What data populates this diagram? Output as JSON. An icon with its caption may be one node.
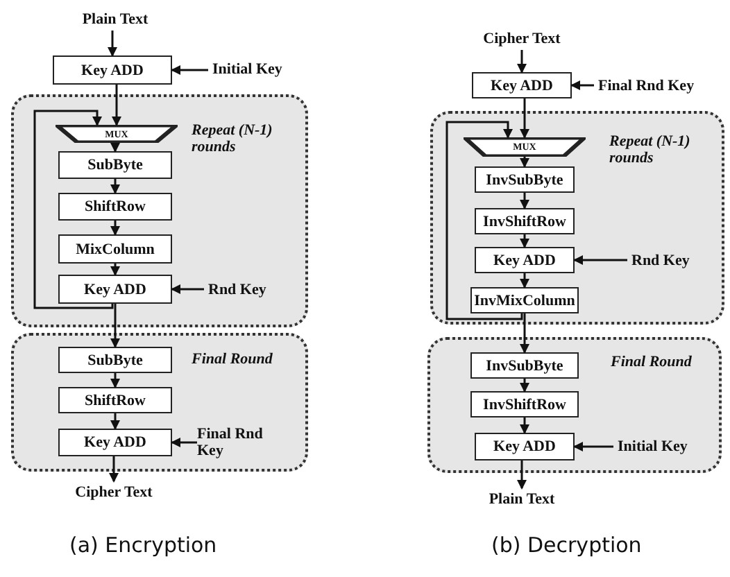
{
  "diagram": {
    "nodes": [
      {
        "text": [
          "Plain Text"
        ]
      },
      {
        "text": [
          "Key ADD"
        ]
      },
      {
        "text": [
          "Initial Key"
        ]
      },
      {
        "text": [
          "Repeat (N-1) rounds"
        ]
      },
      {
        "text": [
          "MUX"
        ],
        "in": 3
      },
      {
        "text": [
          "SubByte"
        ],
        "in": 3
      },
      {
        "text": [
          "ShiftRow"
        ],
        "in": 3
      },
      {
        "text": [
          "MixColumn"
        ],
        "in": 3
      },
      {
        "text": [
          "Key ADD"
        ],
        "in": 3
      },
      {
        "text": [
          "Rnd Key"
        ],
        "in": 3
      },
      {
        "text": [
          "Final Round"
        ]
      },
      {
        "text": [
          "SubByte"
        ],
        "in": 10
      },
      {
        "text": [
          "ShiftRow"
        ],
        "in": 10
      },
      {
        "text": [
          "Key ADD"
        ],
        "in": 10
      },
      {
        "text": [
          "Final Rnd Key"
        ],
        "in": 10
      },
      {
        "text": [
          "Cipher Text"
        ]
      },
      {
        "text": [
          "Cipher Text"
        ]
      },
      {
        "text": [
          "Key ADD"
        ]
      },
      {
        "text": [
          "Final Rnd Key"
        ]
      },
      {
        "text": [
          "Repeat (N-1) rounds"
        ]
      },
      {
        "text": [
          "MUX"
        ],
        "in": 19
      },
      {
        "text": [
          "InvSubByte"
        ],
        "in": 19
      },
      {
        "text": [
          "InvShiftRow"
        ],
        "in": 19
      },
      {
        "text": [
          "Key ADD"
        ],
        "in": 19
      },
      {
        "text": [
          "Rnd Key"
        ],
        "in": 19
      },
      {
        "text": [
          "InvMixColumn"
        ],
        "in": 19
      },
      {
        "text": [
          "Final Round"
        ]
      },
      {
        "text": [
          "InvSubByte"
        ],
        "in": 26
      },
      {
        "text": [
          "InvShiftRow"
        ],
        "in": 26
      },
      {
        "text": [
          "Key ADD"
        ],
        "in": 26
      },
      {
        "text": [
          "Initial Key"
        ],
        "in": 26
      },
      {
        "text": [
          "Plain Text"
        ]
      }
    ],
    "edges": [
      {
        "from": 0,
        "to": 1,
        "arrow": "to"
      },
      {
        "from": 2,
        "to": 1,
        "arrow": "to"
      },
      {
        "from": 1,
        "to": 4,
        "arrow": "to"
      },
      {
        "from": 4,
        "to": 5,
        "arrow": "to"
      },
      {
        "from": 5,
        "to": 6,
        "arrow": "to"
      },
      {
        "from": 6,
        "to": 7,
        "arrow": "to"
      },
      {
        "from": 7,
        "to": 8,
        "arrow": "to"
      },
      {
        "from": 9,
        "to": 8,
        "arrow": "to"
      },
      {
        "from": 8,
        "to": 11,
        "arrow": "to"
      },
      {
        "from": 8,
        "to": 4,
        "arrow": "to"
      },
      {
        "from": 11,
        "to": 12,
        "arrow": "to"
      },
      {
        "from": 12,
        "to": 13,
        "arrow": "to"
      },
      {
        "from": 14,
        "to": 13,
        "arrow": "to"
      },
      {
        "from": 13,
        "to": 15,
        "arrow": "to"
      },
      {
        "from": 16,
        "to": 17,
        "arrow": "to"
      },
      {
        "from": 18,
        "to": 17,
        "arrow": "to"
      },
      {
        "from": 17,
        "to": 20,
        "arrow": "to"
      },
      {
        "from": 20,
        "to": 21,
        "arrow": "to"
      },
      {
        "from": 21,
        "to": 22,
        "arrow": "to"
      },
      {
        "from": 22,
        "to": 23,
        "arrow": "to"
      },
      {
        "from": 24,
        "to": 23,
        "arrow": "to"
      },
      {
        "from": 23,
        "to": 25,
        "arrow": "to"
      },
      {
        "from": 25,
        "to": 27,
        "arrow": "to"
      },
      {
        "from": 25,
        "to": 20,
        "arrow": "to"
      },
      {
        "from": 27,
        "to": 28,
        "arrow": "to"
      },
      {
        "from": 28,
        "to": 29,
        "arrow": "to"
      },
      {
        "from": 30,
        "to": 29,
        "arrow": "to"
      },
      {
        "from": 29,
        "to": 31,
        "arrow": "to"
      }
    ],
    "labels": [
      "(a) Encryption",
      "(b) Decryption"
    ]
  }
}
